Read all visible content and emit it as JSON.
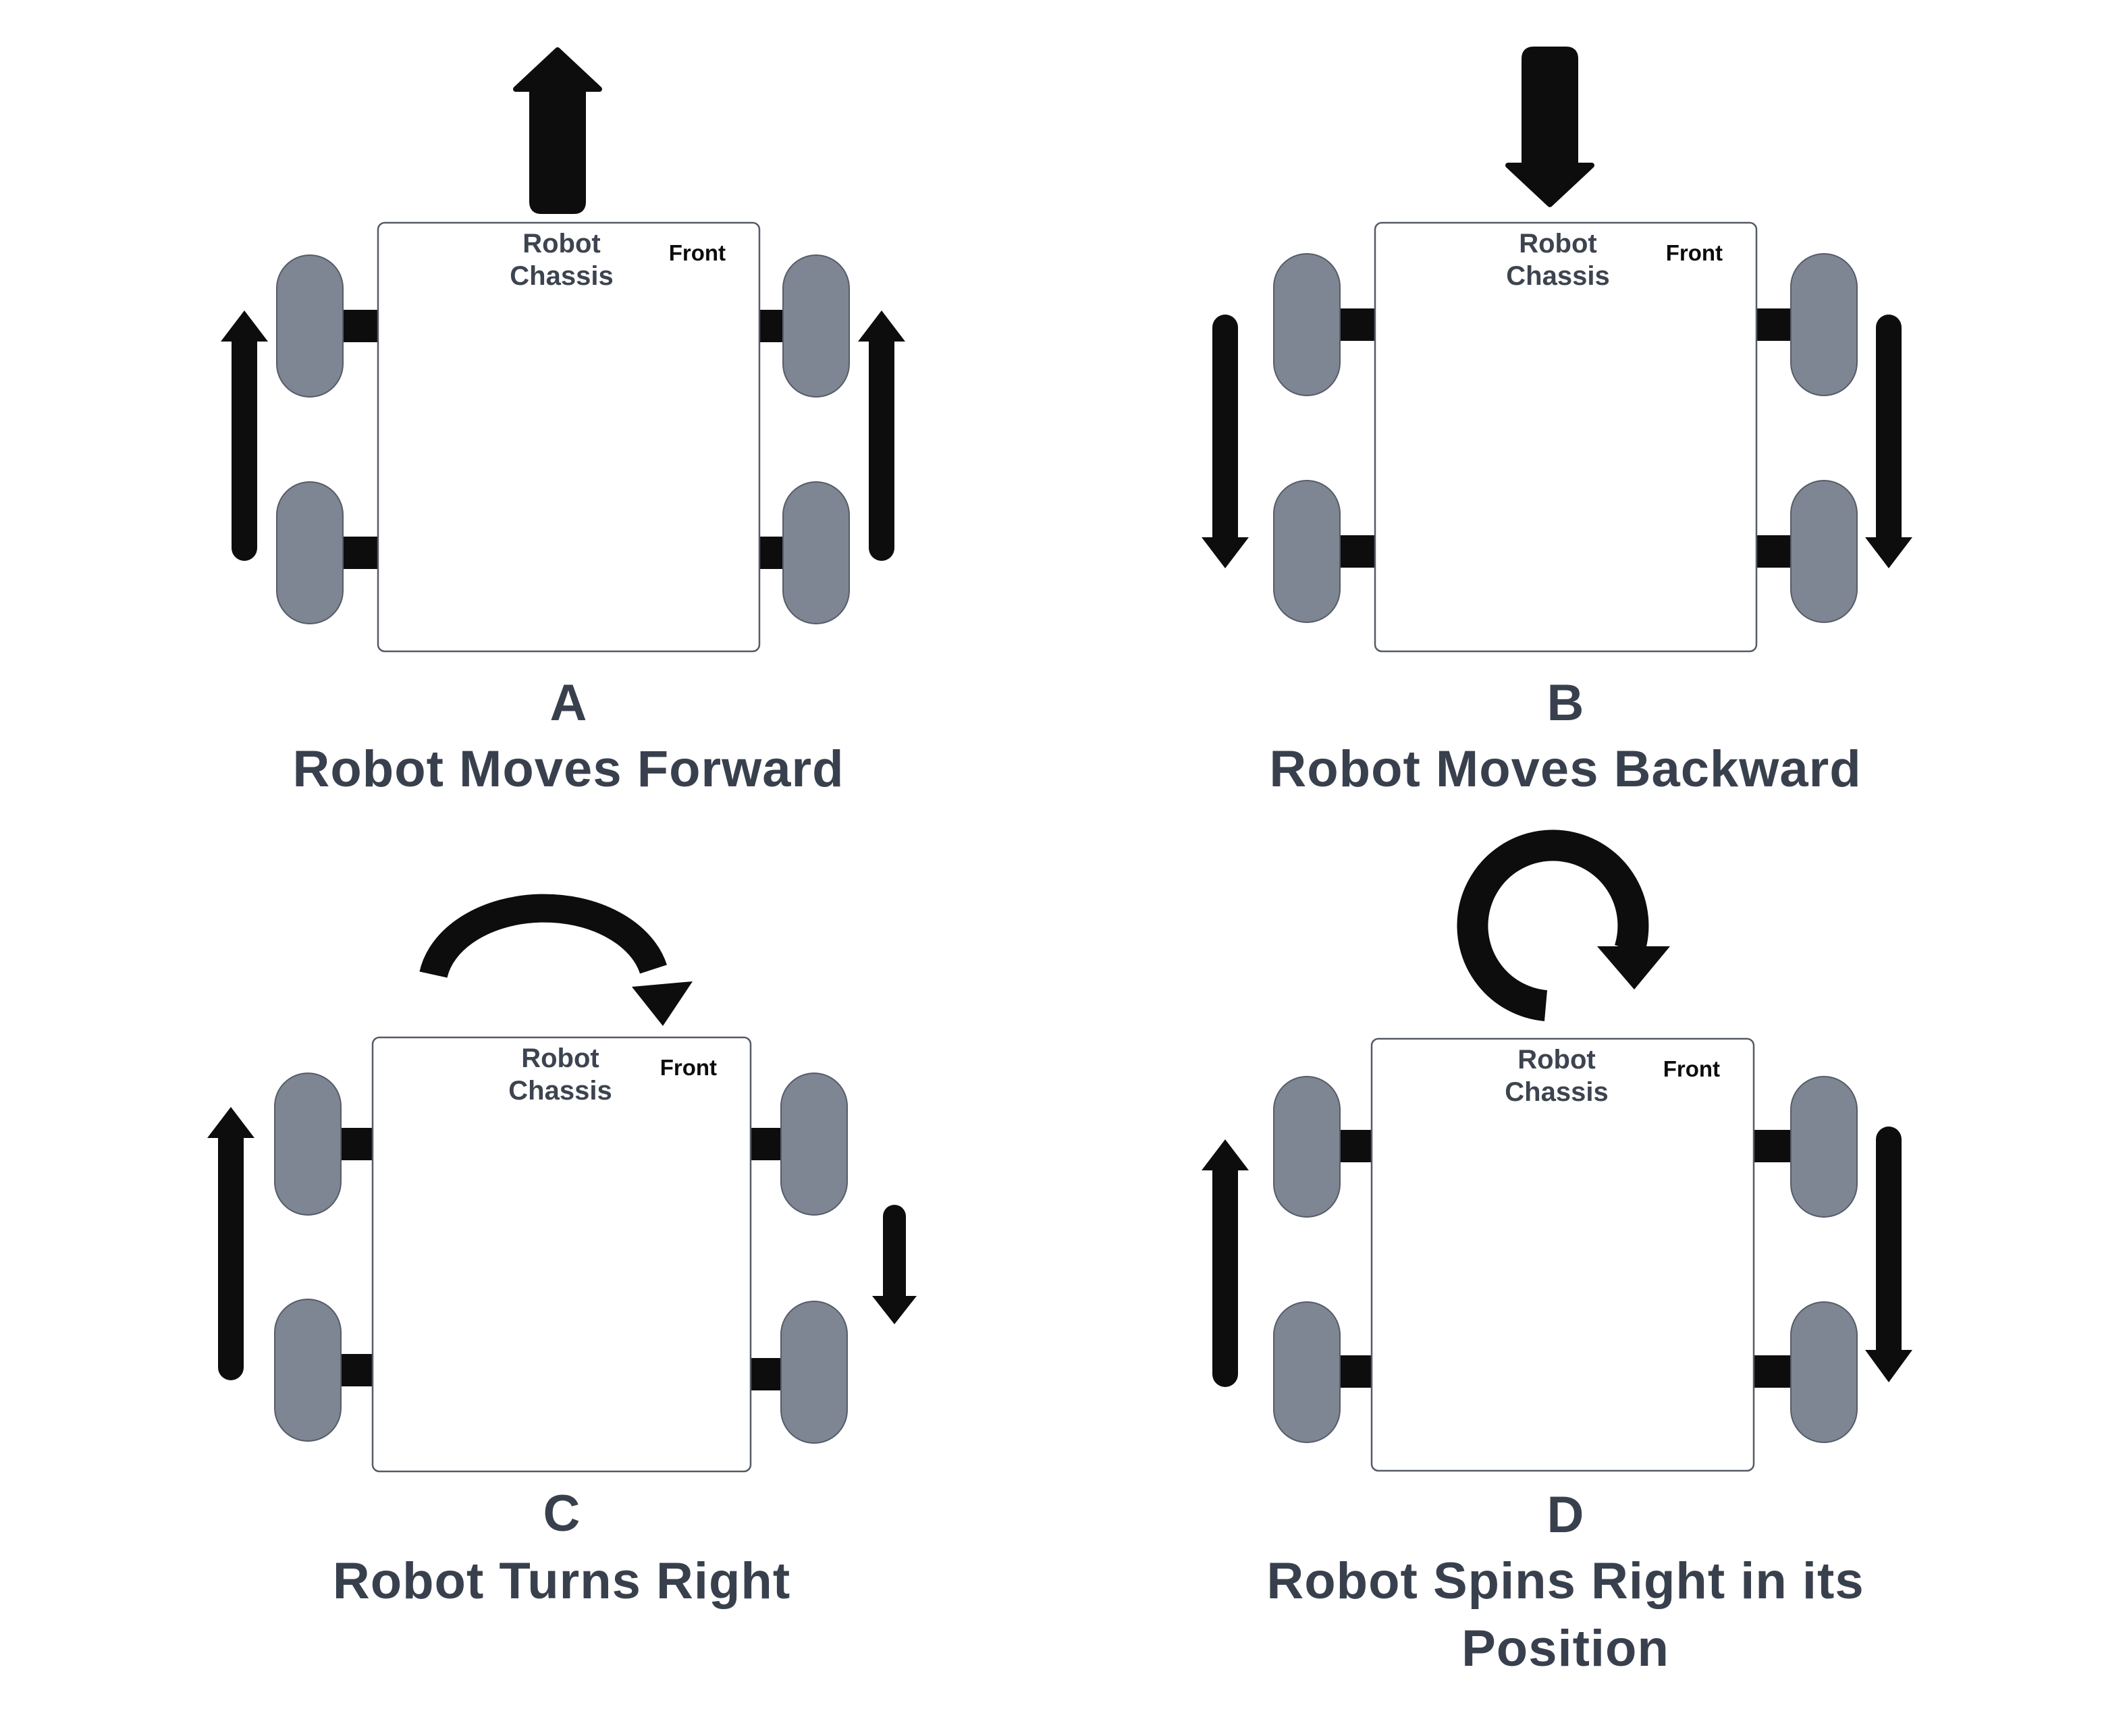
{
  "colors": {
    "background": "#ffffff",
    "arrow": "#0d0d0d",
    "wheel_fill": "#7e8694",
    "wheel_border": "#565c68",
    "chassis_fill": "#ffffff",
    "chassis_border": "#555b66",
    "label_text": "#39404d",
    "front_text": "#0c0c0c"
  },
  "panels": [
    {
      "letter": "A",
      "caption": "Robot Moves Forward",
      "chassis_label": [
        "Robot",
        "Chassis"
      ],
      "front_label": "Front",
      "arrows": {
        "top": "forward-direction-arrow",
        "left": "left-wheels-forward-arrow",
        "right": "right-wheels-forward-arrow"
      }
    },
    {
      "letter": "B",
      "caption": "Robot Moves Backward",
      "chassis_label": [
        "Robot",
        "Chassis"
      ],
      "front_label": "Front",
      "arrows": {
        "top": "backward-direction-arrow",
        "left": "left-wheels-backward-arrow",
        "right": "right-wheels-backward-arrow"
      }
    },
    {
      "letter": "C",
      "caption": "Robot Turns Right",
      "chassis_label": [
        "Robot",
        "Chassis"
      ],
      "front_label": "Front",
      "arrows": {
        "top": "turn-right-arc-arrow",
        "left": "left-wheels-forward-arrow",
        "right": "right-wheels-backward-short-arrow"
      }
    },
    {
      "letter": "D",
      "caption": "Robot Spins Right in its Position",
      "chassis_label": [
        "Robot",
        "Chassis"
      ],
      "front_label": "Front",
      "arrows": {
        "top": "spin-clockwise-arrow",
        "left": "left-wheels-forward-arrow",
        "right": "right-wheels-backward-arrow"
      }
    }
  ]
}
